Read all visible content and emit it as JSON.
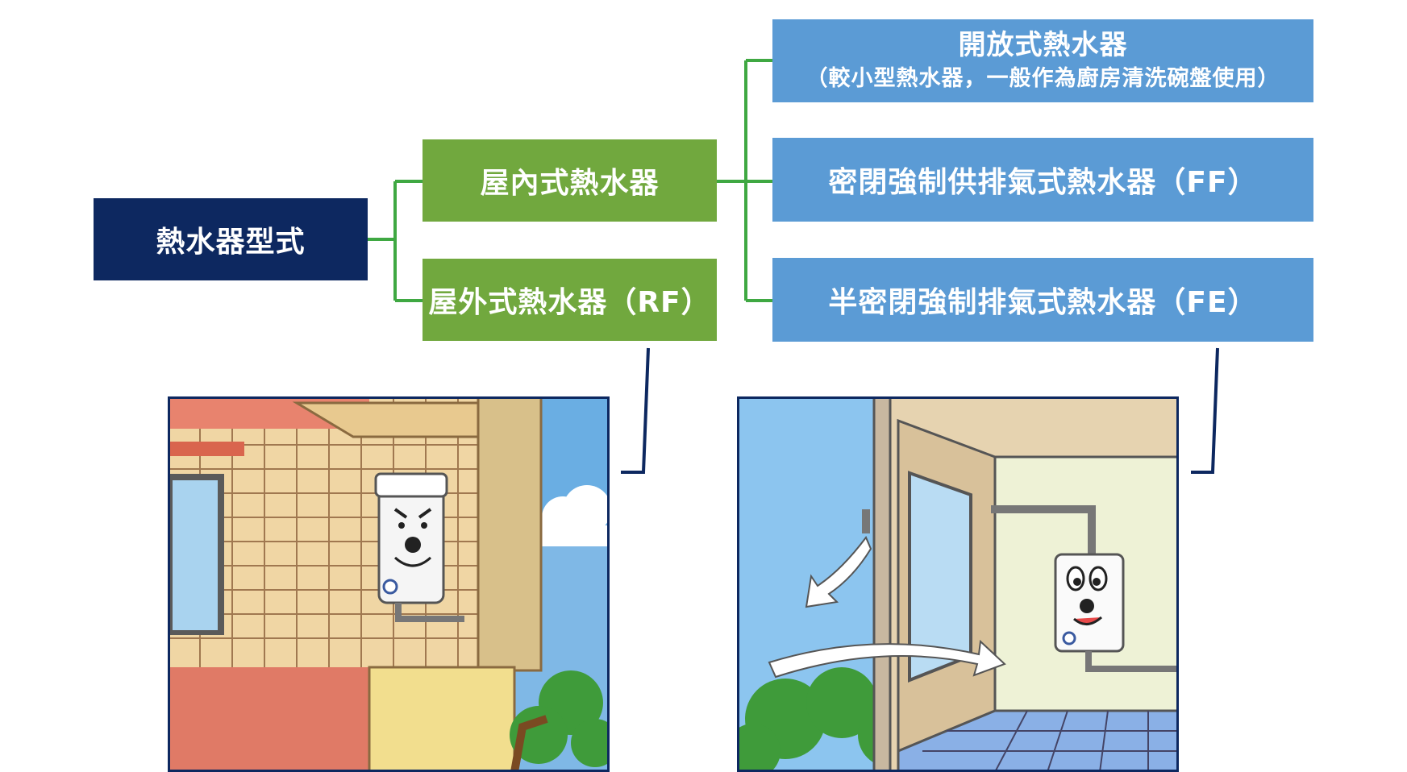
{
  "diagram": {
    "root": {
      "label": "熱水器型式"
    },
    "indoor": {
      "label": "屋內式熱水器"
    },
    "outdoor": {
      "label": "屋外式熱水器（RF）"
    },
    "open_type": {
      "label": "開放式熱水器",
      "note": "（較小型熱水器，一般作為廚房清洗碗盤使用）"
    },
    "ff_type": {
      "label": "密閉強制供排氣式熱水器（FF）"
    },
    "fe_type": {
      "label": "半密閉強制排氣式熱水器（FE）"
    }
  },
  "colors": {
    "root": "#0d2860",
    "green_box": "#71a83e",
    "blue_box": "#5b9bd5",
    "connector_green": "#3fa842",
    "connector_navy": "#0d2860",
    "frame": "#0d2860"
  },
  "illustrations": {
    "outdoor_scene": {
      "icon": "outdoor-water-heater-illustration"
    },
    "indoor_scene": {
      "icon": "indoor-water-heater-illustration"
    }
  }
}
